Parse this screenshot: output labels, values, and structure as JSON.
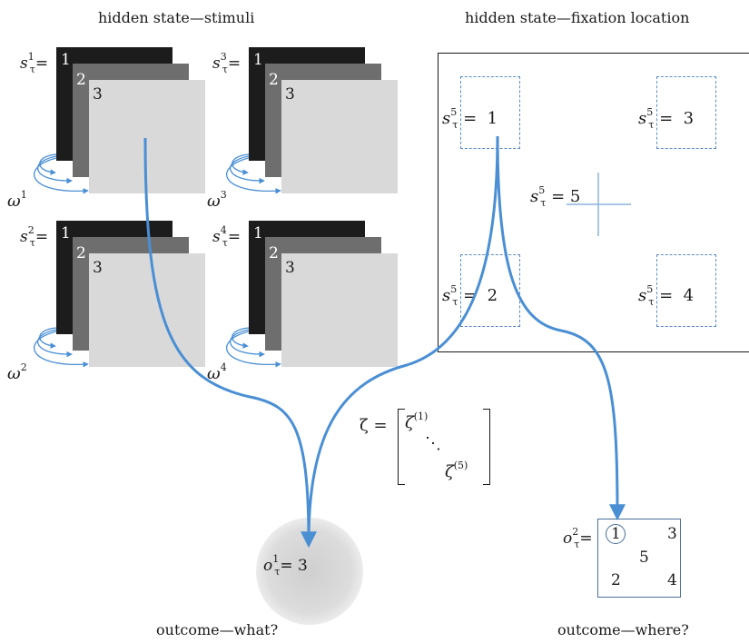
{
  "headings": {
    "stimuli": "hidden state—stimuli",
    "fixation": "hidden state—fixation location",
    "outcome_what": "outcome—what?",
    "outcome_where": "outcome—where?"
  },
  "stimuli_panels": [
    {
      "index": "1",
      "layers": [
        "1",
        "2",
        "3"
      ],
      "omega_sup": "1"
    },
    {
      "index": "3",
      "layers": [
        "1",
        "2",
        "3"
      ],
      "omega_sup": "3"
    },
    {
      "index": "2",
      "layers": [
        "1",
        "2",
        "3"
      ],
      "omega_sup": "2"
    },
    {
      "index": "4",
      "layers": [
        "1",
        "2",
        "3"
      ],
      "omega_sup": "4"
    }
  ],
  "symbols": {
    "s": "s",
    "tau": "τ",
    "equals": "=",
    "omega": "ω",
    "zeta": "ζ",
    "o": "o",
    "five": "5"
  },
  "fixation_locations": {
    "top_left": "1",
    "top_right": "3",
    "center": "5",
    "bottom_left": "2",
    "bottom_right": "4"
  },
  "zeta_matrix": {
    "lhs": "ζ =",
    "top": "ζ",
    "top_sup": "(1)",
    "dots": "⋱",
    "bottom": "ζ",
    "bottom_sup": "(5)"
  },
  "outcome_what": {
    "sup": "1",
    "value": "3"
  },
  "outcome_where": {
    "sup": "2",
    "grid": [
      "1",
      "3",
      "5",
      "2",
      "4"
    ]
  },
  "colors": {
    "arrow": "#4a8fd4",
    "dashed_box": "#5a8cc4",
    "layer_dark": "#1c1c1c",
    "layer_mid": "#6e6e6e",
    "layer_light": "#d9d9d9",
    "glow": "#d6d6d6"
  }
}
